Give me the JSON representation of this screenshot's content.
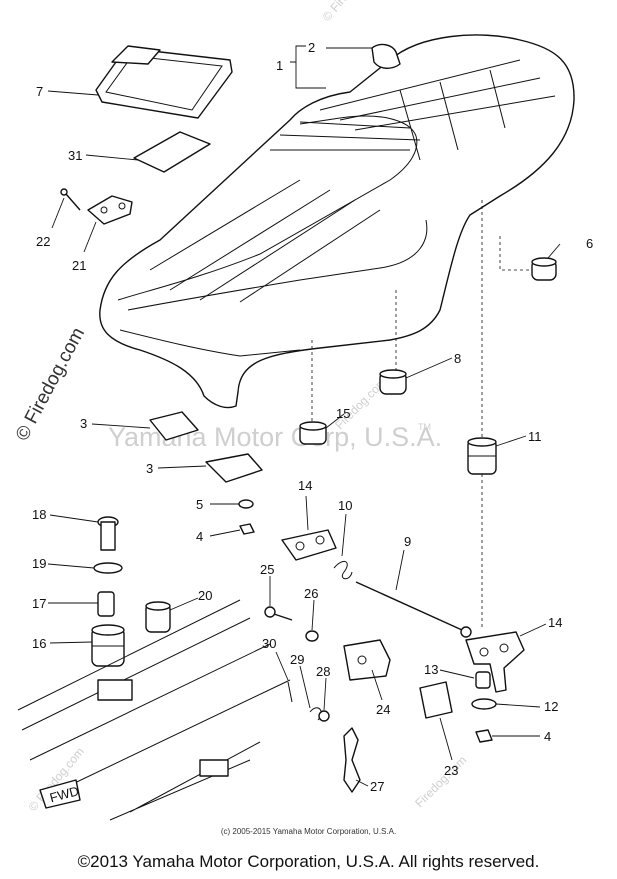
{
  "watermark": {
    "center_text": "Yamaha Motor Corp, U.S.A.",
    "center_tm": "TM",
    "side_text": "© Firedog.com",
    "corner_text": "© Firedog.com",
    "faint_text": "Firedog.com"
  },
  "callouts": [
    "1",
    "2",
    "7",
    "31",
    "22",
    "21",
    "6",
    "8",
    "15",
    "11",
    "3",
    "3",
    "5",
    "4",
    "18",
    "14",
    "10",
    "9",
    "19",
    "25",
    "26",
    "17",
    "20",
    "16",
    "14",
    "30",
    "29",
    "28",
    "13",
    "24",
    "12",
    "4",
    "23",
    "27"
  ],
  "frame_marker": "FWD",
  "footer": {
    "small_copyright": "(c) 2005-2015 Yamaha Motor Corporation, U.S.A.",
    "main_copyright": "©2013 Yamaha Motor Corporation, U.S.A. All rights reserved."
  }
}
